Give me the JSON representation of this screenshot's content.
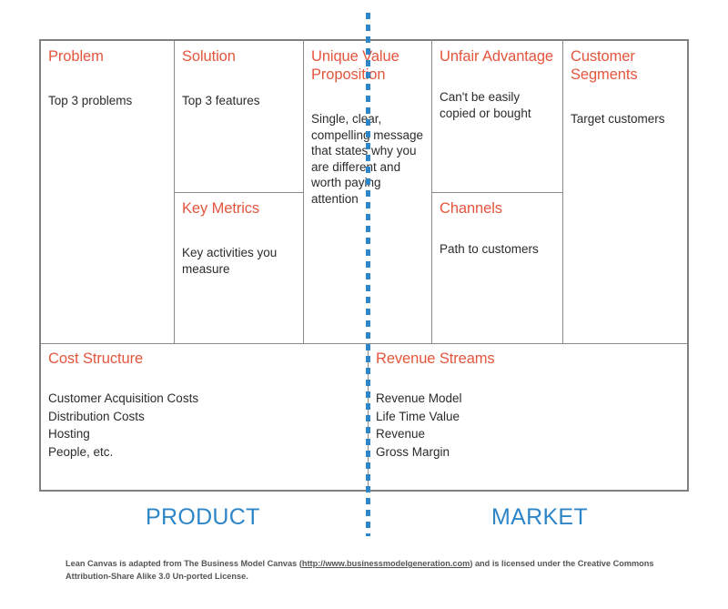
{
  "diagram": {
    "type": "lean-canvas",
    "accent_title_color": "#E4553D",
    "accent_blue_color": "#2E86C8",
    "border_color": "#808080",
    "body_text_color": "#2B2B2B"
  },
  "cells": {
    "problem": {
      "title": "Problem",
      "body": "Top 3 problems"
    },
    "solution": {
      "title": "Solution",
      "body": " Top 3 features"
    },
    "key_metrics": {
      "title": "Key Metrics",
      "body": "Key activities you measure"
    },
    "uvp": {
      "title": "Unique Value Proposition",
      "body": "Single, clear, compelling message that states why you are different and worth paying attention"
    },
    "unfair_advantage": {
      "title": "Unfair Advantage",
      "body": "Can't be easily copied or bought"
    },
    "channels": {
      "title": "Channels",
      "body": "Path to customers"
    },
    "customer_segments": {
      "title": "Customer Segments",
      "body": "Target customers"
    },
    "cost_structure": {
      "title": "Cost Structure",
      "body": "Customer Acquisition Costs\nDistribution Costs\nHosting\nPeople, etc."
    },
    "revenue_streams": {
      "title": "Revenue Streams",
      "body": "Revenue Model\nLife Time Value\nRevenue\nGross Margin"
    }
  },
  "section_labels": {
    "product": "PRODUCT",
    "market": "MARKET"
  },
  "footer": {
    "prefix": "Lean Canvas is adapted from The Business Model Canvas (",
    "link": "http://www.businessmodelgeneration.com",
    "suffix": ") and is licensed under the Creative Commons Attribution-Share Alike 3.0 Un-ported License."
  }
}
